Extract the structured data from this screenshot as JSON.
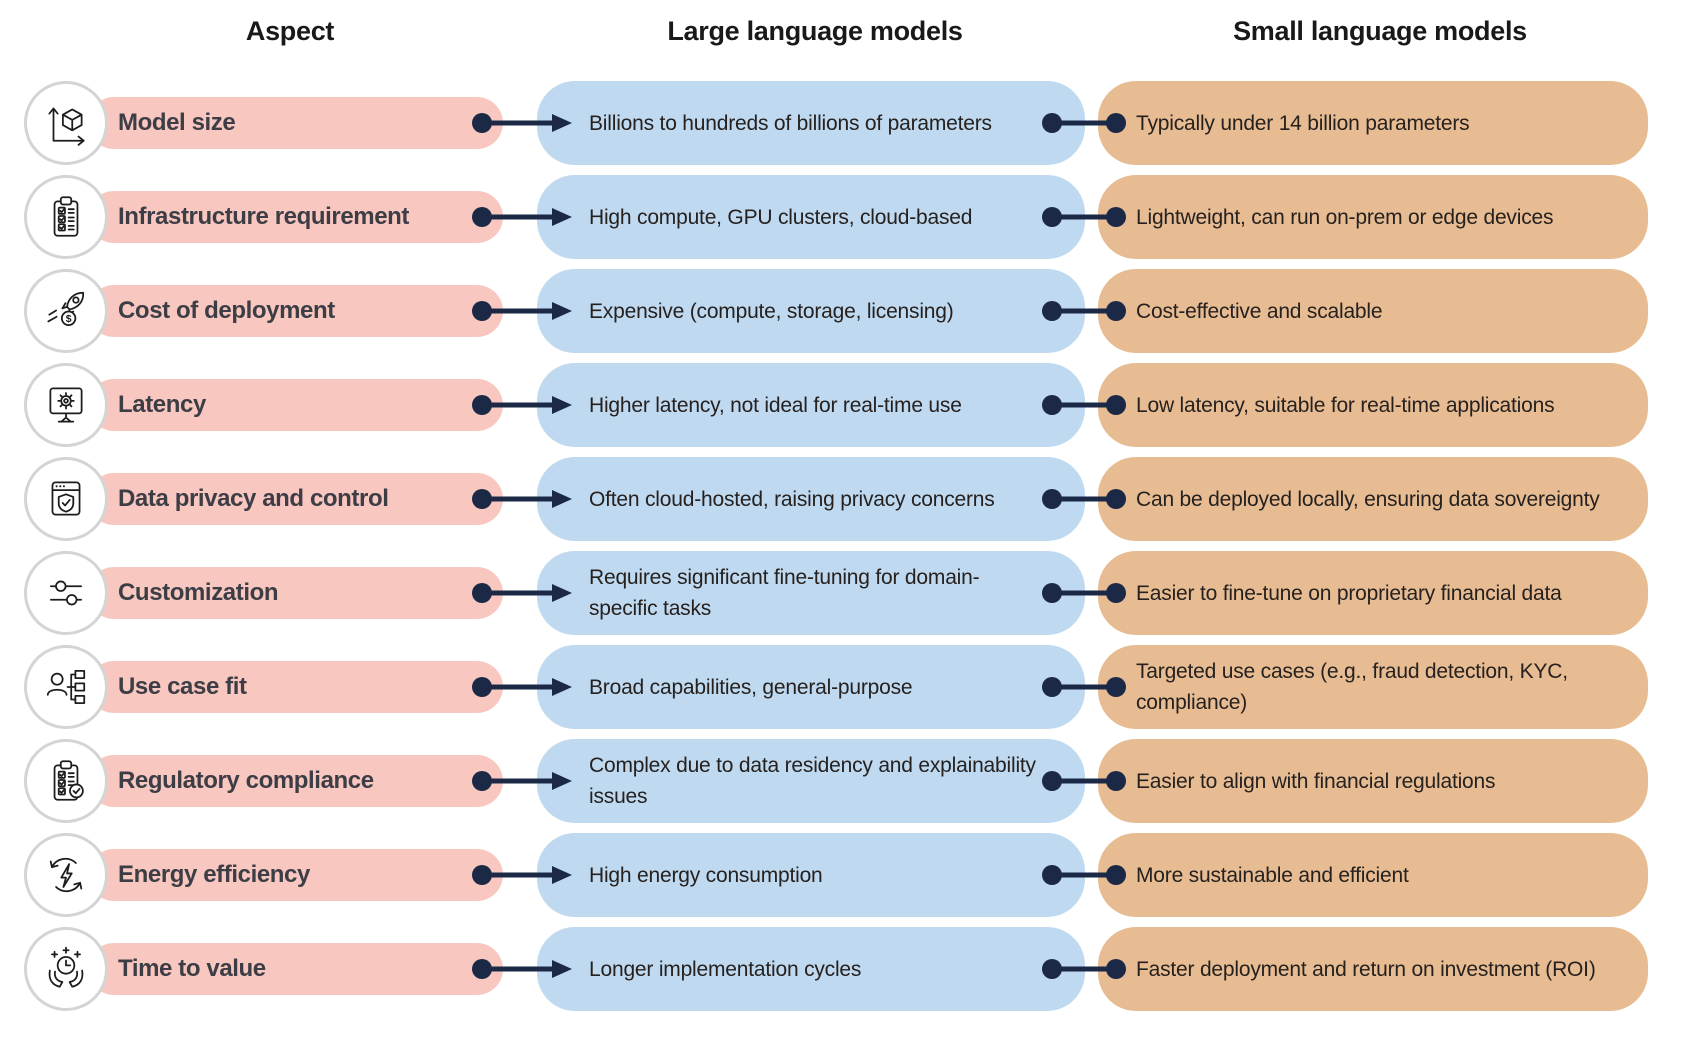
{
  "columns": {
    "aspect": "Aspect",
    "llm": "Large language models",
    "slm": "Small language models"
  },
  "rows": [
    {
      "aspect": "Model size",
      "icon": "3d-cube-axes-icon",
      "llm": "Billions to hundreds of billions of parameters",
      "slm": "Typically under 14 billion parameters"
    },
    {
      "aspect": "Infrastructure requirement",
      "icon": "checklist-clipboard-icon",
      "llm": "High compute, GPU clusters, cloud-based",
      "slm": "Lightweight, can run on-prem or edge devices"
    },
    {
      "aspect": "Cost of deployment",
      "icon": "rocket-dollar-icon",
      "llm": "Expensive (compute, storage, licensing)",
      "slm": "Cost-effective and scalable"
    },
    {
      "aspect": "Latency",
      "icon": "monitor-gear-icon",
      "llm": "Higher latency, not ideal for real-time use",
      "slm": "Low latency, suitable for real-time applications"
    },
    {
      "aspect": "Data privacy and control",
      "icon": "browser-shield-icon",
      "llm": "Often cloud-hosted, raising privacy concerns",
      "slm": "Can be deployed locally, ensuring data sovereignty"
    },
    {
      "aspect": "Customization",
      "icon": "sliders-icon",
      "llm": "Requires significant fine-tuning for domain-specific tasks",
      "slm": "Easier to fine-tune on proprietary financial data"
    },
    {
      "aspect": "Use case fit",
      "icon": "person-org-chart-icon",
      "llm": "Broad capabilities, general-purpose",
      "slm": "Targeted use cases (e.g., fraud detection, KYC, compliance)"
    },
    {
      "aspect": "Regulatory compliance",
      "icon": "clipboard-check-badge-icon",
      "llm": "Complex due to data residency and explainability issues",
      "slm": "Easier to align with financial regulations"
    },
    {
      "aspect": "Energy efficiency",
      "icon": "recycle-lightning-icon",
      "llm": "High energy consumption",
      "slm": "More sustainable and efficient"
    },
    {
      "aspect": "Time to value",
      "icon": "hands-clock-icon",
      "llm": "Longer implementation cycles",
      "slm": "Faster deployment and return on investment (ROI)"
    }
  ],
  "colors": {
    "aspect_pill": "#f8c7c0",
    "llm_pill": "#bfd9f0",
    "slm_pill": "#e7bc93",
    "connector": "#1b2947",
    "icon_circle_border": "#d4d4d4",
    "heading_text": "#191919",
    "label_text": "#3d3d46",
    "body_text": "#26211f"
  }
}
